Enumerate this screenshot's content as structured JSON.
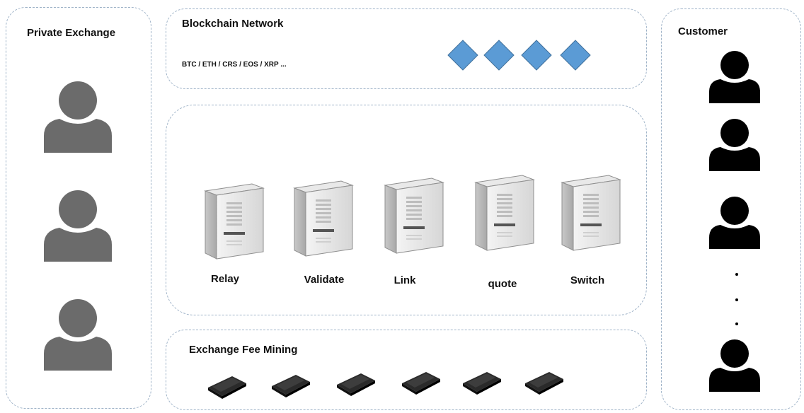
{
  "panels": {
    "private_exchange": {
      "title": "Private Exchange",
      "users": [
        "user",
        "user",
        "user"
      ]
    },
    "blockchain_network": {
      "title": "Blockchain Network",
      "coins": "BTC / ETH / CRS / EOS / XRP ...",
      "blocks": 4
    },
    "server_cluster": {
      "servers": [
        {
          "label": "Relay"
        },
        {
          "label": "Validate"
        },
        {
          "label": "Link"
        },
        {
          "label": "quote"
        },
        {
          "label": "Switch"
        }
      ]
    },
    "fee_mining": {
      "title": "Exchange Fee Mining",
      "devices": 6
    },
    "customer": {
      "title": "Customer",
      "users": 4,
      "ellipsis": "⋮"
    }
  },
  "colors": {
    "panel_border": "#9fb3c8",
    "private_user": "#6b6b6b",
    "customer_user": "#000000",
    "diamond_fill": "#5b9bd5",
    "diamond_stroke": "#41719c"
  },
  "icons": {
    "user": "person-silhouette-icon",
    "server": "tower-server-icon",
    "block": "blue-diamond-icon",
    "device": "mining-device-icon"
  }
}
